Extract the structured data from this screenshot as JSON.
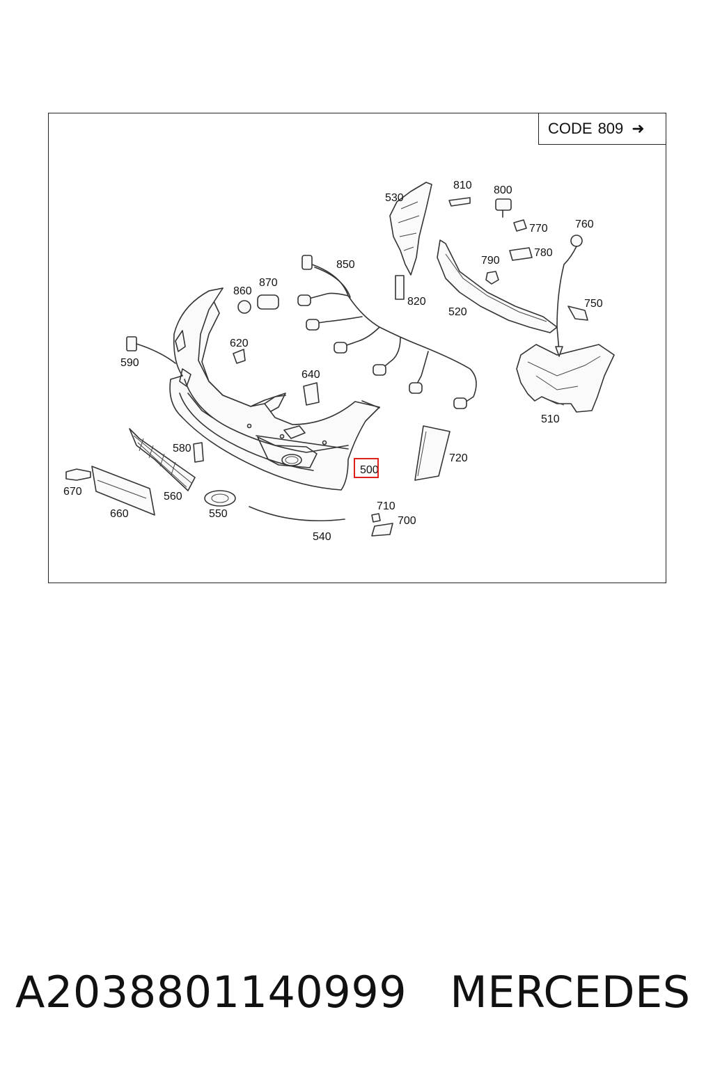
{
  "code_box": {
    "prefix": "CODE",
    "number": "809",
    "arrow": "➜"
  },
  "callouts": {
    "c500": "500",
    "c510": "510",
    "c520": "520",
    "c530": "530",
    "c540": "540",
    "c550": "550",
    "c560": "560",
    "c580": "580",
    "c590": "590",
    "c620": "620",
    "c640": "640",
    "c660": "660",
    "c670": "670",
    "c700": "700",
    "c710": "710",
    "c720": "720",
    "c750": "750",
    "c760": "760",
    "c770": "770",
    "c780": "780",
    "c790": "790",
    "c800": "800",
    "c810": "810",
    "c820": "820",
    "c850": "850",
    "c860": "860",
    "c870": "870"
  },
  "highlighted_callout": "500",
  "colors": {
    "highlight": "#e0201b",
    "line": "#333333"
  },
  "footer": {
    "part_number": "A2038801140999",
    "brand": "MERCEDES"
  }
}
